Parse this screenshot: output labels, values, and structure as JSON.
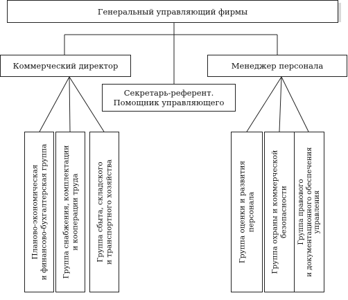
{
  "diagram": {
    "root": {
      "label": "Генеральный управляющий фирмы"
    },
    "left_head": {
      "label": "Коммерческий директор"
    },
    "right_head": {
      "label": "Менеджер персонала"
    },
    "center": {
      "lines": [
        "Секретарь-референт.",
        "Помощник управляющего"
      ]
    },
    "left_groups": [
      {
        "lines": [
          "Планово-экономическая",
          "и финансово-бухгалтерская группа"
        ]
      },
      {
        "lines": [
          "Группа снабжения, комплектации",
          "и кооперации труда"
        ]
      },
      {
        "lines": [
          "Группа сбыта, складского",
          "и транспортного хозяйства"
        ]
      }
    ],
    "right_groups": [
      {
        "lines": [
          "Группа оценки и развития",
          "персонала"
        ]
      },
      {
        "lines": [
          "Группа охраны и коммерческой",
          "безопасности"
        ]
      },
      {
        "lines": [
          "Группа правового",
          "и документационного обеспечения",
          "управления"
        ]
      }
    ],
    "colors": {
      "line": "#222222",
      "shadow": "#d9d9d9",
      "background": "#ffffff"
    }
  }
}
